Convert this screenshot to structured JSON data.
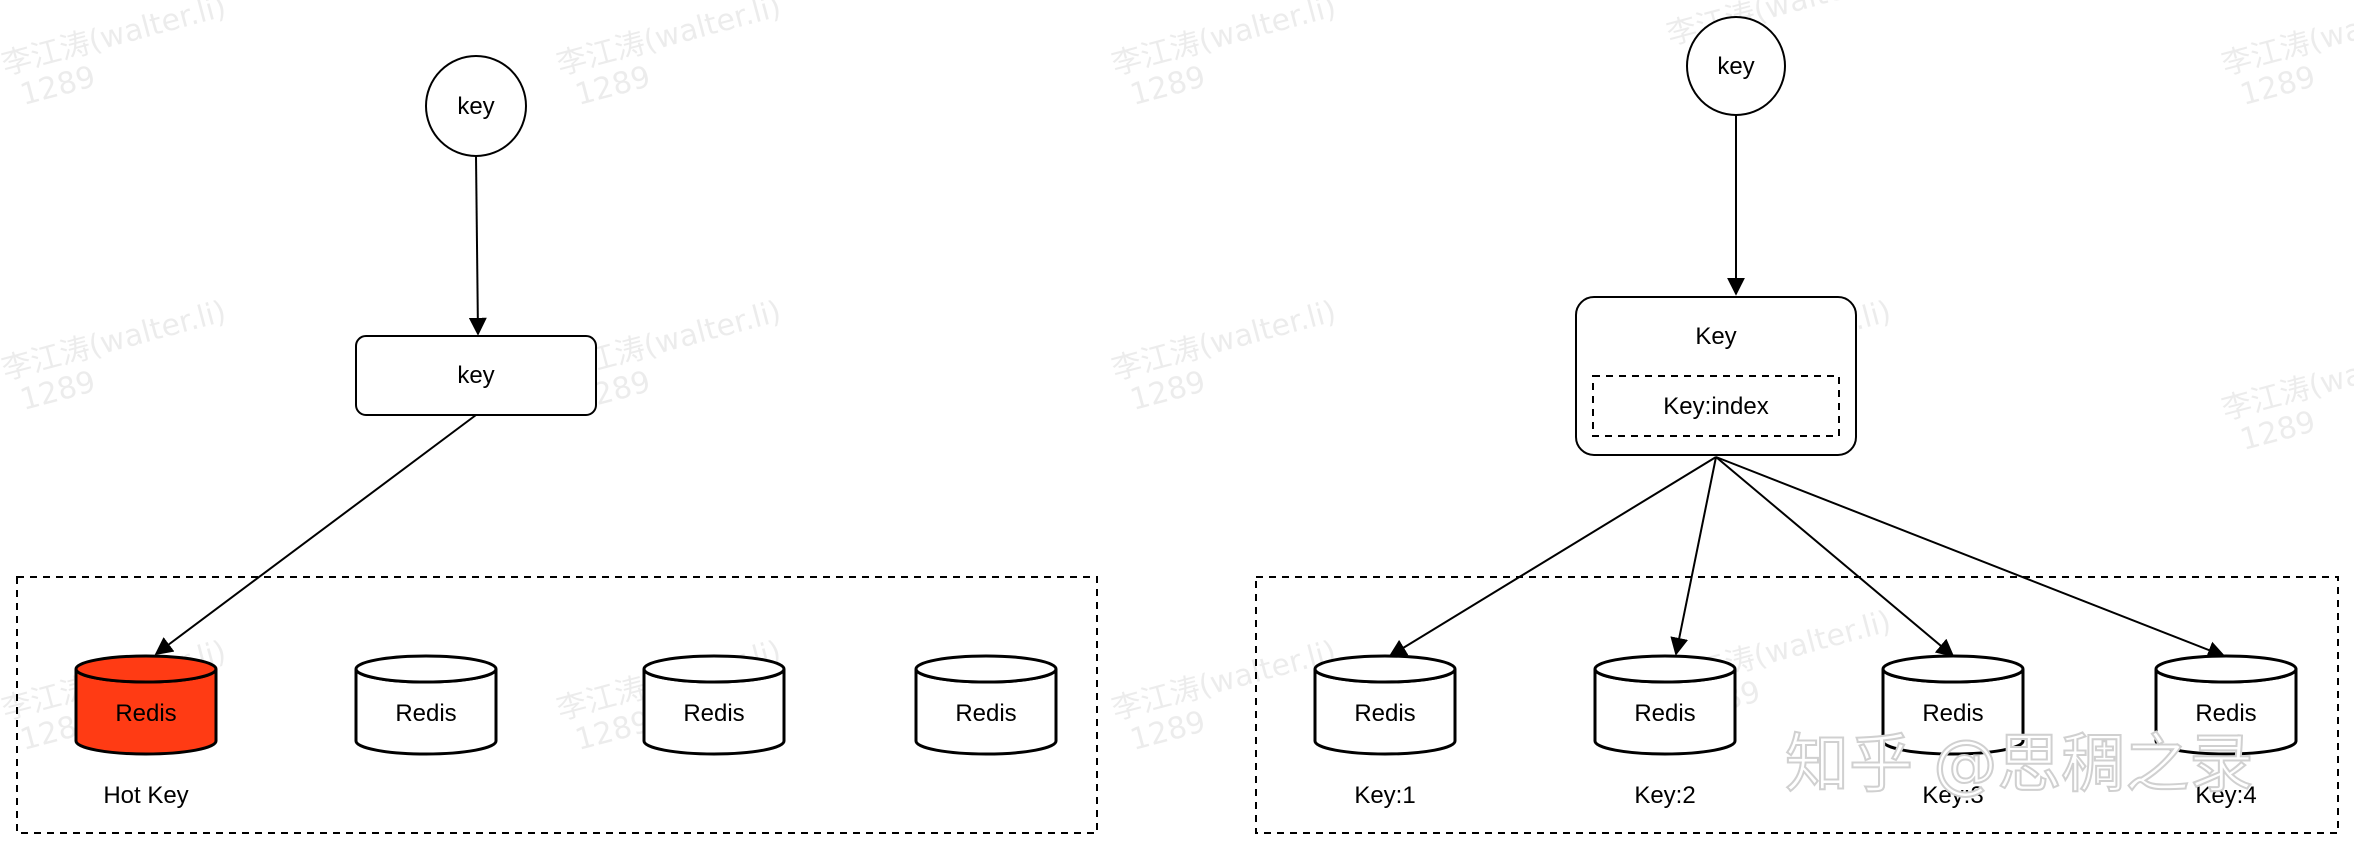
{
  "left": {
    "key_circle_label": "key",
    "key_box_label": "key",
    "redis_nodes": [
      {
        "label": "Redis",
        "hot": true
      },
      {
        "label": "Redis",
        "hot": false
      },
      {
        "label": "Redis",
        "hot": false
      },
      {
        "label": "Redis",
        "hot": false
      }
    ],
    "hot_key_caption": "Hot Key"
  },
  "right": {
    "key_circle_label": "key",
    "key_box_label": "Key",
    "key_index_label": "Key:index",
    "redis_nodes": [
      {
        "label": "Redis",
        "caption": "Key:1"
      },
      {
        "label": "Redis",
        "caption": "Key:2"
      },
      {
        "label": "Redis",
        "caption": "Key:3"
      },
      {
        "label": "Redis",
        "caption": "Key:4"
      }
    ]
  },
  "watermark": {
    "line1": "李江涛(walter.li)",
    "line2": "1289"
  },
  "logo": {
    "text": "知乎 @思稠之录"
  },
  "colors": {
    "hot": "#ff3b14",
    "stroke": "#000000"
  }
}
